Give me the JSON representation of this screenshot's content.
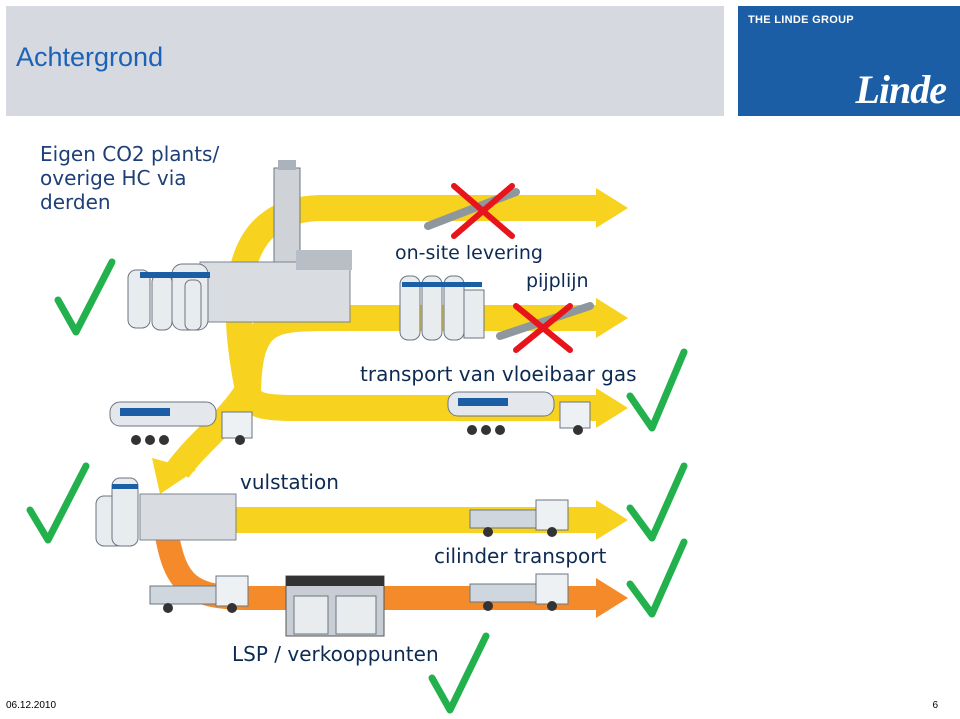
{
  "header": {
    "title": "Achtergrond"
  },
  "logo": {
    "group_text": "THE LINDE GROUP",
    "wordmark": "Linde"
  },
  "labels": {
    "intro": "Eigen CO2 plants/\noverige HC via\nderden",
    "onsite": "on-site levering",
    "pipeline": "pijplijn",
    "transport": "transport van vloeibaar gas",
    "fill_station": "vulstation",
    "cylinder_transport": "cilinder transport",
    "lsp": "LSP / verkooppunten"
  },
  "footer": {
    "date": "06.12.2010",
    "page": "6"
  },
  "colors": {
    "title": "#1b63b8",
    "brand": "#1b5ea6",
    "yellow_route": "#f7d21f",
    "orange_route": "#f58a2b",
    "check": "#22b14c",
    "cross": "#e8141b"
  },
  "icons": [
    "check-icon",
    "cross-icon",
    "truck-icon",
    "tank-icon",
    "plant-icon",
    "pipe-icon"
  ]
}
